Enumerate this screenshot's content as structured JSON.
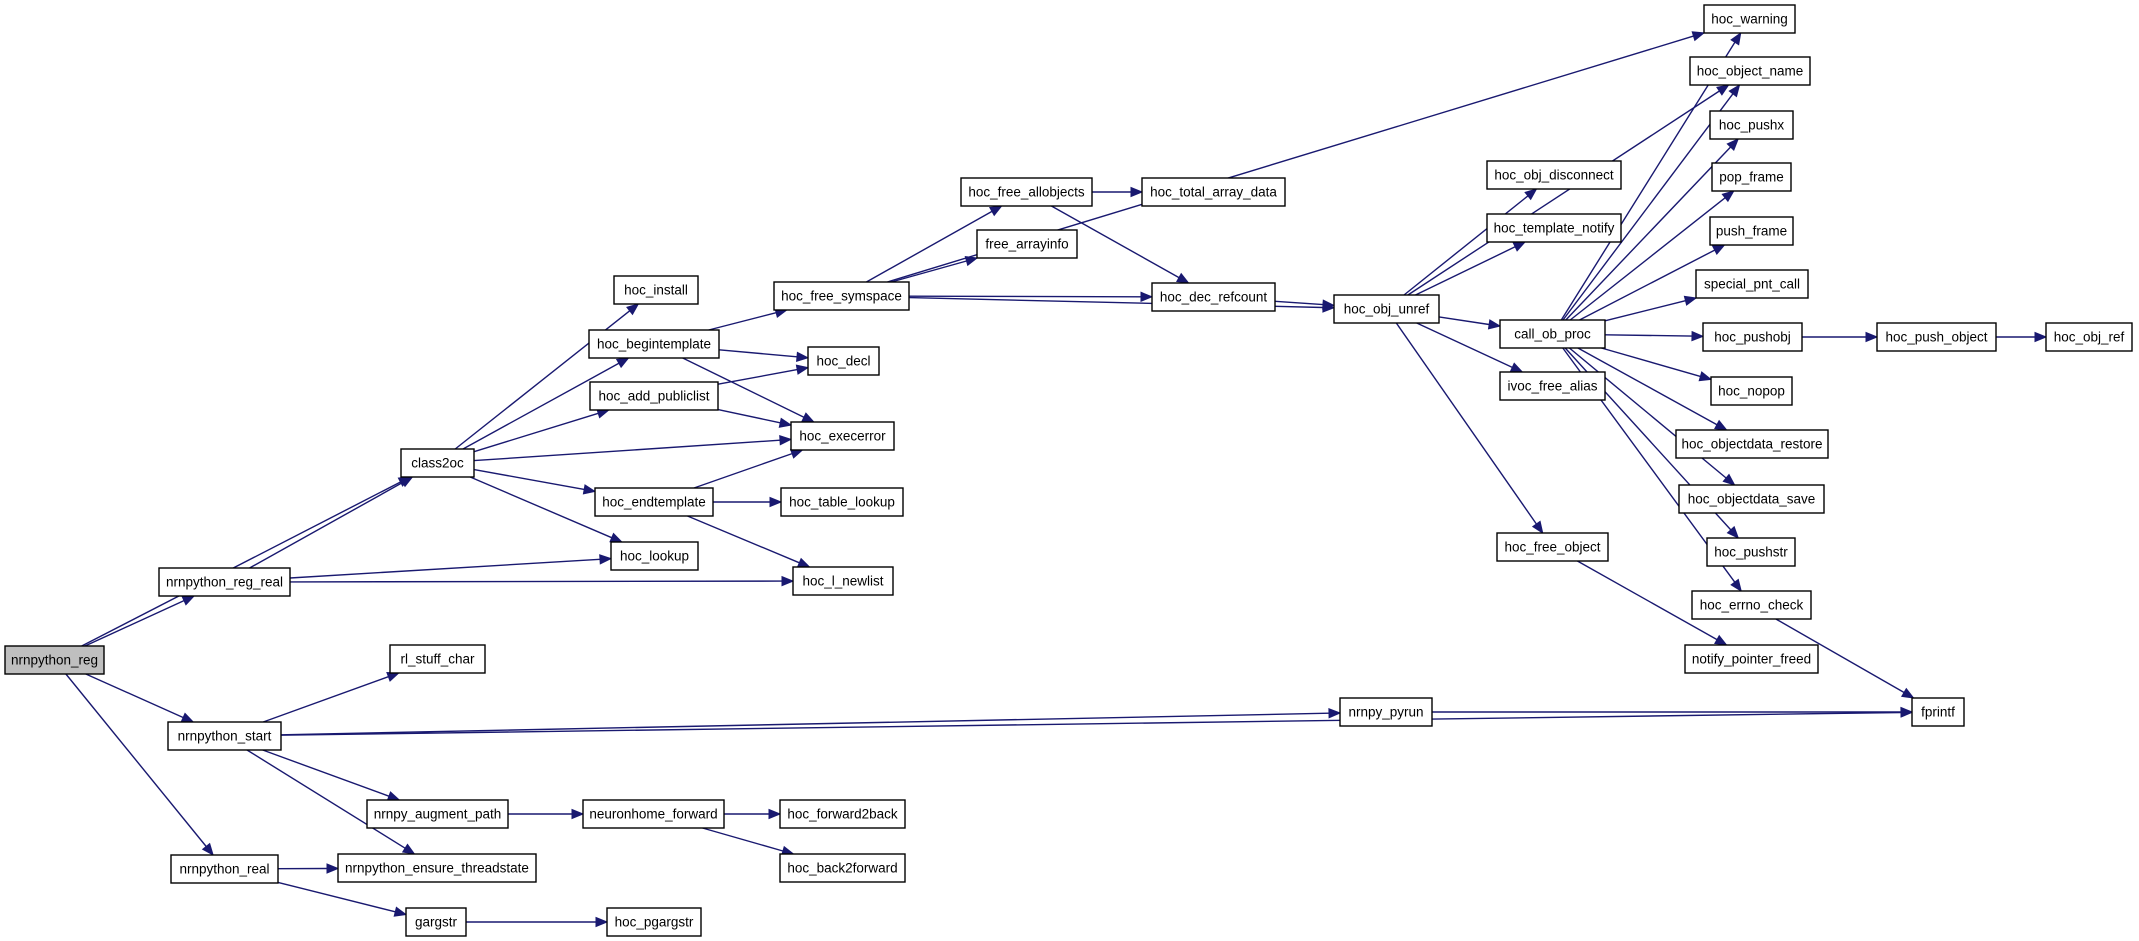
{
  "graph": {
    "nodes": [
      {
        "id": "nrnpython_reg",
        "label": "nrnpython_reg",
        "root": true
      },
      {
        "id": "class2oc",
        "label": "class2oc"
      },
      {
        "id": "nrnpython_reg_real",
        "label": "nrnpython_reg_real"
      },
      {
        "id": "nrnpython_start",
        "label": "nrnpython_start"
      },
      {
        "id": "nrnpython_real",
        "label": "nrnpython_real"
      },
      {
        "id": "hoc_install",
        "label": "hoc_install"
      },
      {
        "id": "hoc_begintemplate",
        "label": "hoc_begintemplate"
      },
      {
        "id": "hoc_add_publiclist",
        "label": "hoc_add_publiclist"
      },
      {
        "id": "hoc_endtemplate",
        "label": "hoc_endtemplate"
      },
      {
        "id": "hoc_lookup",
        "label": "hoc_lookup"
      },
      {
        "id": "hoc_free_symspace",
        "label": "hoc_free_symspace"
      },
      {
        "id": "hoc_decl",
        "label": "hoc_decl"
      },
      {
        "id": "hoc_execerror",
        "label": "hoc_execerror"
      },
      {
        "id": "hoc_table_lookup",
        "label": "hoc_table_lookup"
      },
      {
        "id": "hoc_l_newlist",
        "label": "hoc_l_newlist"
      },
      {
        "id": "hoc_free_allobjects",
        "label": "hoc_free_allobjects"
      },
      {
        "id": "free_arrayinfo",
        "label": "free_arrayinfo"
      },
      {
        "id": "hoc_total_array_data",
        "label": "hoc_total_array_data"
      },
      {
        "id": "hoc_dec_refcount",
        "label": "hoc_dec_refcount"
      },
      {
        "id": "hoc_obj_unref",
        "label": "hoc_obj_unref"
      },
      {
        "id": "hoc_obj_disconnect",
        "label": "hoc_obj_disconnect"
      },
      {
        "id": "hoc_template_notify",
        "label": "hoc_template_notify"
      },
      {
        "id": "call_ob_proc",
        "label": "call_ob_proc"
      },
      {
        "id": "ivoc_free_alias",
        "label": "ivoc_free_alias"
      },
      {
        "id": "hoc_free_object",
        "label": "hoc_free_object"
      },
      {
        "id": "hoc_warning",
        "label": "hoc_warning"
      },
      {
        "id": "hoc_object_name",
        "label": "hoc_object_name"
      },
      {
        "id": "hoc_pushx",
        "label": "hoc_pushx"
      },
      {
        "id": "pop_frame",
        "label": "pop_frame"
      },
      {
        "id": "push_frame",
        "label": "push_frame"
      },
      {
        "id": "special_pnt_call",
        "label": "special_pnt_call"
      },
      {
        "id": "hoc_pushobj",
        "label": "hoc_pushobj"
      },
      {
        "id": "hoc_nopop",
        "label": "hoc_nopop"
      },
      {
        "id": "hoc_objectdata_restore",
        "label": "hoc_objectdata_restore"
      },
      {
        "id": "hoc_objectdata_save",
        "label": "hoc_objectdata_save"
      },
      {
        "id": "hoc_pushstr",
        "label": "hoc_pushstr"
      },
      {
        "id": "hoc_errno_check",
        "label": "hoc_errno_check"
      },
      {
        "id": "notify_pointer_freed",
        "label": "notify_pointer_freed"
      },
      {
        "id": "hoc_push_object",
        "label": "hoc_push_object"
      },
      {
        "id": "hoc_obj_ref",
        "label": "hoc_obj_ref"
      },
      {
        "id": "fprintf",
        "label": "fprintf"
      },
      {
        "id": "rl_stuff_char",
        "label": "rl_stuff_char"
      },
      {
        "id": "nrnpy_pyrun",
        "label": "nrnpy_pyrun"
      },
      {
        "id": "nrnpy_augment_path",
        "label": "nrnpy_augment_path"
      },
      {
        "id": "neuronhome_forward",
        "label": "neuronhome_forward"
      },
      {
        "id": "hoc_forward2back",
        "label": "hoc_forward2back"
      },
      {
        "id": "hoc_back2forward",
        "label": "hoc_back2forward"
      },
      {
        "id": "nrnpython_ensure_threadstate",
        "label": "nrnpython_ensure_threadstate"
      },
      {
        "id": "gargstr",
        "label": "gargstr"
      },
      {
        "id": "hoc_pgargstr",
        "label": "hoc_pgargstr"
      }
    ],
    "edges": [
      [
        "nrnpython_reg",
        "class2oc"
      ],
      [
        "nrnpython_reg",
        "nrnpython_reg_real"
      ],
      [
        "nrnpython_reg",
        "nrnpython_start"
      ],
      [
        "nrnpython_reg",
        "nrnpython_real"
      ],
      [
        "nrnpython_reg_real",
        "class2oc"
      ],
      [
        "nrnpython_reg_real",
        "hoc_lookup"
      ],
      [
        "nrnpython_reg_real",
        "hoc_l_newlist"
      ],
      [
        "class2oc",
        "hoc_install"
      ],
      [
        "class2oc",
        "hoc_begintemplate"
      ],
      [
        "class2oc",
        "hoc_add_publiclist"
      ],
      [
        "class2oc",
        "hoc_execerror"
      ],
      [
        "class2oc",
        "hoc_endtemplate"
      ],
      [
        "class2oc",
        "hoc_lookup"
      ],
      [
        "hoc_begintemplate",
        "hoc_free_symspace"
      ],
      [
        "hoc_begintemplate",
        "hoc_decl"
      ],
      [
        "hoc_begintemplate",
        "hoc_execerror"
      ],
      [
        "hoc_add_publiclist",
        "hoc_decl"
      ],
      [
        "hoc_add_publiclist",
        "hoc_execerror"
      ],
      [
        "hoc_endtemplate",
        "hoc_execerror"
      ],
      [
        "hoc_endtemplate",
        "hoc_table_lookup"
      ],
      [
        "hoc_endtemplate",
        "hoc_l_newlist"
      ],
      [
        "hoc_free_symspace",
        "hoc_free_allobjects"
      ],
      [
        "hoc_free_symspace",
        "free_arrayinfo"
      ],
      [
        "hoc_free_symspace",
        "hoc_dec_refcount"
      ],
      [
        "hoc_free_symspace",
        "hoc_obj_unref"
      ],
      [
        "hoc_free_symspace",
        "hoc_warning"
      ],
      [
        "hoc_free_allobjects",
        "hoc_total_array_data"
      ],
      [
        "hoc_free_allobjects",
        "hoc_dec_refcount"
      ],
      [
        "hoc_dec_refcount",
        "hoc_obj_unref"
      ],
      [
        "hoc_obj_unref",
        "hoc_obj_disconnect"
      ],
      [
        "hoc_obj_unref",
        "hoc_template_notify"
      ],
      [
        "hoc_obj_unref",
        "call_ob_proc"
      ],
      [
        "hoc_obj_unref",
        "ivoc_free_alias"
      ],
      [
        "hoc_obj_unref",
        "hoc_free_object"
      ],
      [
        "hoc_obj_unref",
        "hoc_object_name"
      ],
      [
        "call_ob_proc",
        "hoc_warning"
      ],
      [
        "call_ob_proc",
        "hoc_object_name"
      ],
      [
        "call_ob_proc",
        "hoc_pushx"
      ],
      [
        "call_ob_proc",
        "pop_frame"
      ],
      [
        "call_ob_proc",
        "push_frame"
      ],
      [
        "call_ob_proc",
        "special_pnt_call"
      ],
      [
        "call_ob_proc",
        "hoc_pushobj"
      ],
      [
        "call_ob_proc",
        "hoc_nopop"
      ],
      [
        "call_ob_proc",
        "hoc_objectdata_restore"
      ],
      [
        "call_ob_proc",
        "hoc_objectdata_save"
      ],
      [
        "call_ob_proc",
        "hoc_pushstr"
      ],
      [
        "call_ob_proc",
        "hoc_errno_check"
      ],
      [
        "hoc_pushobj",
        "hoc_push_object"
      ],
      [
        "hoc_push_object",
        "hoc_obj_ref"
      ],
      [
        "hoc_errno_check",
        "fprintf"
      ],
      [
        "hoc_free_object",
        "notify_pointer_freed"
      ],
      [
        "nrnpython_start",
        "rl_stuff_char"
      ],
      [
        "nrnpython_start",
        "nrnpy_pyrun"
      ],
      [
        "nrnpython_start",
        "fprintf"
      ],
      [
        "nrnpython_start",
        "nrnpy_augment_path"
      ],
      [
        "nrnpython_start",
        "nrnpython_ensure_threadstate"
      ],
      [
        "nrnpy_pyrun",
        "fprintf"
      ],
      [
        "nrnpy_augment_path",
        "neuronhome_forward"
      ],
      [
        "neuronhome_forward",
        "hoc_forward2back"
      ],
      [
        "neuronhome_forward",
        "hoc_back2forward"
      ],
      [
        "nrnpython_real",
        "nrnpython_ensure_threadstate"
      ],
      [
        "nrnpython_real",
        "gargstr"
      ],
      [
        "gargstr",
        "hoc_pgargstr"
      ]
    ]
  }
}
